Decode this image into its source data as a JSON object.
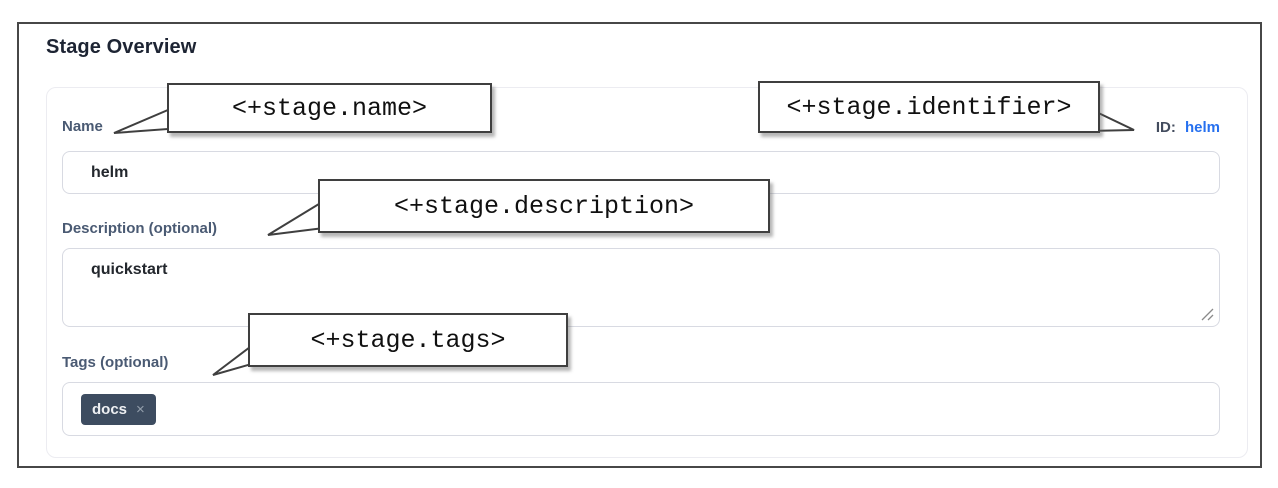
{
  "page": {
    "title": "Stage Overview"
  },
  "form": {
    "name": {
      "label": "Name",
      "value": "helm"
    },
    "identifier": {
      "label": "ID:",
      "value": "helm"
    },
    "description": {
      "label": "Description (optional)",
      "value": "quickstart"
    },
    "tags": {
      "label": "Tags (optional)",
      "chips": [
        {
          "text": "docs",
          "remove_glyph": "×"
        }
      ]
    }
  },
  "annotations": {
    "name_expression": "<+stage.name>",
    "identifier_expression": "<+stage.identifier>",
    "description_expression": "<+stage.description>",
    "tags_expression": "<+stage.tags>"
  },
  "colors": {
    "id_link_blue": "#2670ef",
    "label_slate": "#4a5a73",
    "tag_chip_bg": "#3d4c60",
    "callout_border": "#3f3f3f",
    "input_border": "#d8dae2"
  }
}
